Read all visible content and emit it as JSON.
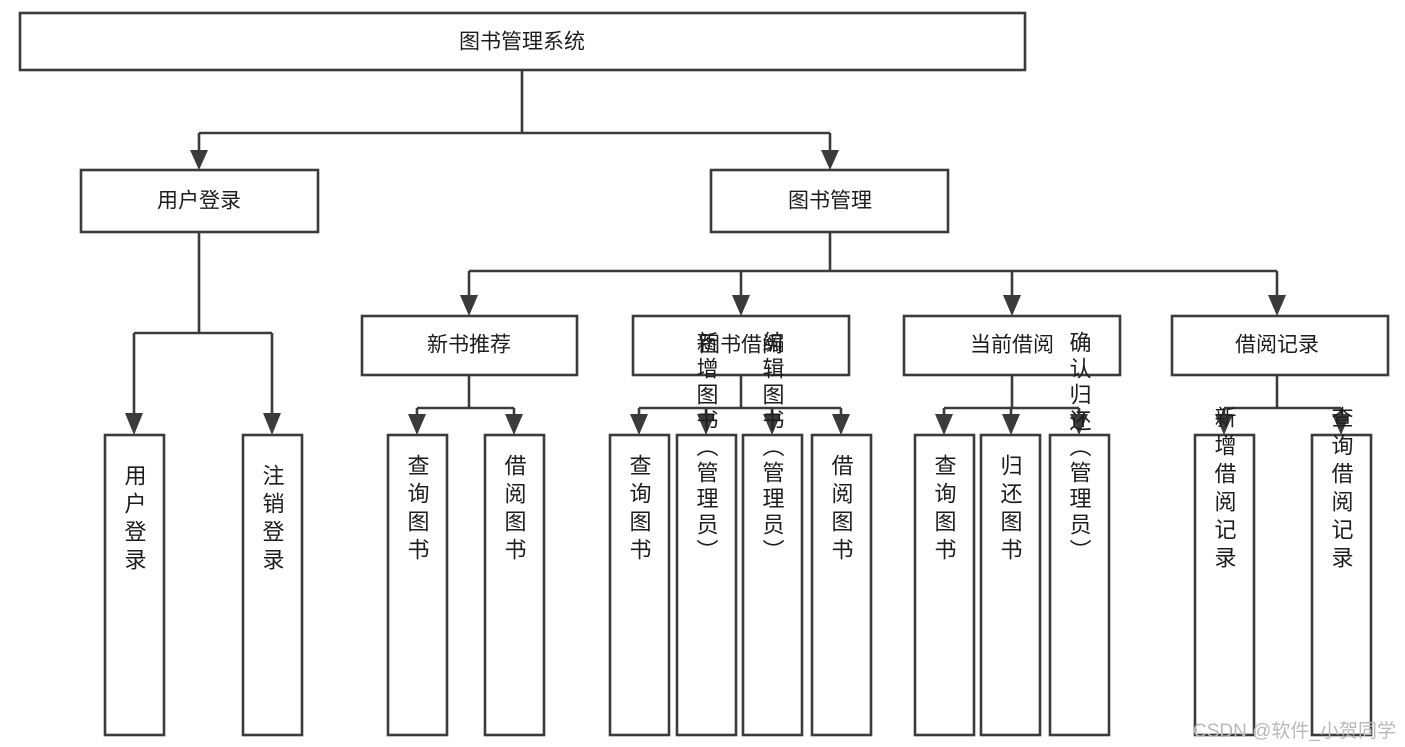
{
  "diagram": {
    "type": "tree-hierarchy-chart",
    "title": "图书管理系统",
    "colors": {
      "box_stroke": "#3b3b3b",
      "box_fill": "#ffffff",
      "text": "#1d1d1d",
      "watermark": "#b9b9b9",
      "background": "#ffffff"
    },
    "root": {
      "label": "图书管理系统"
    },
    "level2": [
      {
        "label": "用户登录"
      },
      {
        "label": "图书管理"
      }
    ],
    "level3": [
      {
        "label": "新书推荐"
      },
      {
        "label": "图书借阅"
      },
      {
        "label": "当前借阅"
      },
      {
        "label": "借阅记录"
      }
    ],
    "leaves": {
      "user_login": [
        {
          "label": "用户登录"
        },
        {
          "label": "注销登录"
        }
      ],
      "new_book_recommend": [
        {
          "label": "查询图书"
        },
        {
          "label": "借阅图书"
        }
      ],
      "book_borrow": [
        {
          "label": "查询图书"
        },
        {
          "label": "新增图书（管理员）"
        },
        {
          "label": "编辑图书（管理员）"
        },
        {
          "label": "借阅图书"
        }
      ],
      "current_borrow": [
        {
          "label": "查询图书"
        },
        {
          "label": "归还图书"
        },
        {
          "label": "确认归还（管理员）"
        }
      ],
      "borrow_record": [
        {
          "label": "新增借阅记录"
        },
        {
          "label": "查询借阅记录"
        }
      ]
    }
  },
  "watermark": {
    "text": "CSDN @软件_小贺同学"
  }
}
